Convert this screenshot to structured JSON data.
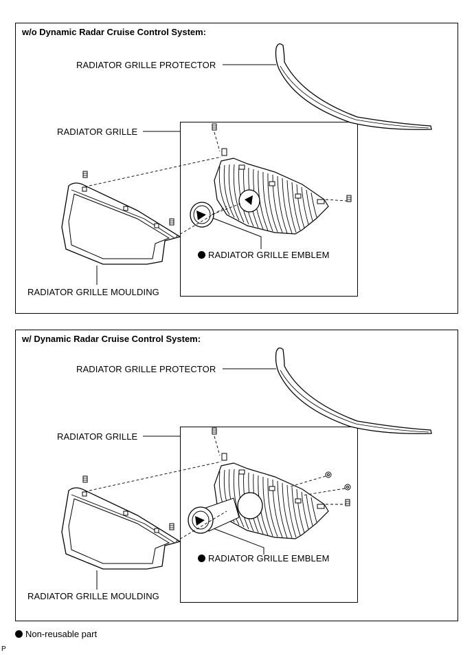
{
  "panels": [
    {
      "title": "w/o Dynamic Radar Cruise Control System:",
      "labels": {
        "protector": "RADIATOR GRILLE PROTECTOR",
        "grille": "RADIATOR GRILLE",
        "emblem": "RADIATOR GRILLE EMBLEM",
        "moulding": "RADIATOR GRILLE MOULDING"
      }
    },
    {
      "title": "w/ Dynamic Radar Cruise Control System:",
      "labels": {
        "protector": "RADIATOR GRILLE PROTECTOR",
        "grille": "RADIATOR GRILLE",
        "emblem": "RADIATOR GRILLE EMBLEM",
        "moulding": "RADIATOR GRILLE MOULDING"
      }
    }
  ],
  "legend": {
    "text": "Non-reusable part",
    "symbol": "filled-circle-icon"
  },
  "footer": {
    "code": "P"
  }
}
